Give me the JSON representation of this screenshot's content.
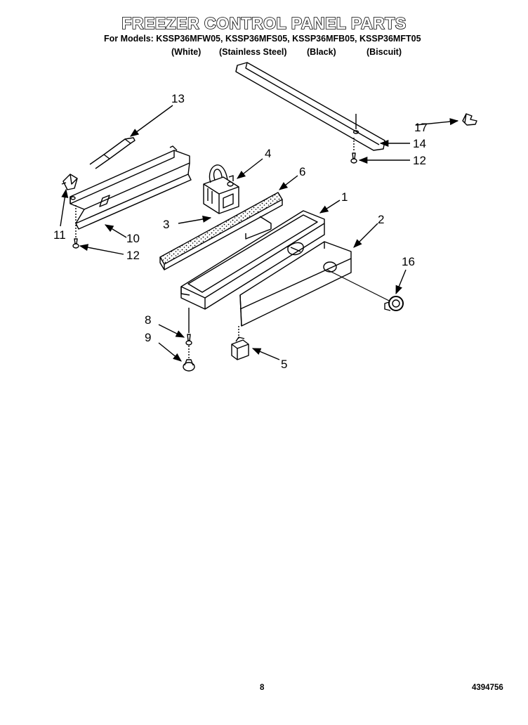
{
  "header": {
    "title": "FREEZER CONTROL PANEL PARTS",
    "models": "For Models: KSSP36MFW05, KSSP36MFS05, KSSP36MFB05, KSSP36MFT05",
    "variants": [
      "(White)",
      "(Stainless Steel)",
      "(Black)",
      "(Biscuit)"
    ]
  },
  "callouts": {
    "c1": "1",
    "c2": "2",
    "c3": "3",
    "c4": "4",
    "c5": "5",
    "c6": "6",
    "c8": "8",
    "c9": "9",
    "c10": "10",
    "c11": "11",
    "c12a": "12",
    "c12b": "12",
    "c13": "13",
    "c14": "14",
    "c16": "16",
    "c17": "17"
  },
  "footer": {
    "page_number": "8",
    "doc_number": "4394756"
  }
}
